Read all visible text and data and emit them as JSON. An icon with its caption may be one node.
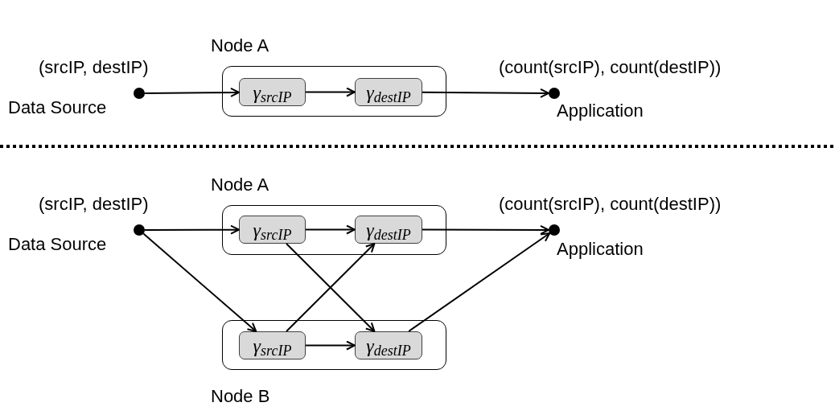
{
  "diagram": {
    "nodes": [
      {
        "text": [],
        "shape": "circle",
        "beside": [
          "(srcIP, destIP)",
          "Data Source"
        ]
      },
      {
        "text": [
          "Node A"
        ]
      },
      {
        "text": [
          "γ$_{srcIP}$"
        ],
        "in": 1
      },
      {
        "text": [
          "γ$_{destIP}$"
        ],
        "in": 1
      },
      {
        "text": [],
        "shape": "circle",
        "beside": [
          "(count(srcIP), count(destIP))",
          "Application"
        ]
      },
      {
        "text": [],
        "shape": "circle",
        "beside": [
          "(srcIP, destIP)",
          "Data Source"
        ]
      },
      {
        "text": [
          "Node A"
        ]
      },
      {
        "text": [
          "γ$_{srcIP}$"
        ],
        "in": 6
      },
      {
        "text": [
          "γ$_{destIP}$"
        ],
        "in": 6
      },
      {
        "text": [
          "Node B"
        ]
      },
      {
        "text": [
          "γ$_{srcIP}$"
        ],
        "in": 9
      },
      {
        "text": [
          "γ$_{destIP}$"
        ],
        "in": 9
      },
      {
        "text": [],
        "shape": "circle",
        "beside": [
          "(count(srcIP), count(destIP))",
          "Application"
        ]
      }
    ],
    "edges": [
      {
        "from": 0,
        "to": 2,
        "arrow": "to"
      },
      {
        "from": 2,
        "to": 3,
        "arrow": "to"
      },
      {
        "from": 3,
        "to": 4,
        "arrow": "to"
      },
      {
        "from": 5,
        "to": 7,
        "arrow": "to"
      },
      {
        "from": 5,
        "to": 10,
        "arrow": "to"
      },
      {
        "from": 7,
        "to": 8,
        "arrow": "to"
      },
      {
        "from": 7,
        "to": 11,
        "arrow": "to"
      },
      {
        "from": 10,
        "to": 8,
        "arrow": "to"
      },
      {
        "from": 10,
        "to": 11,
        "arrow": "to"
      },
      {
        "from": 8,
        "to": 12,
        "arrow": "to"
      },
      {
        "from": 11,
        "to": 12,
        "arrow": "to"
      }
    ]
  }
}
